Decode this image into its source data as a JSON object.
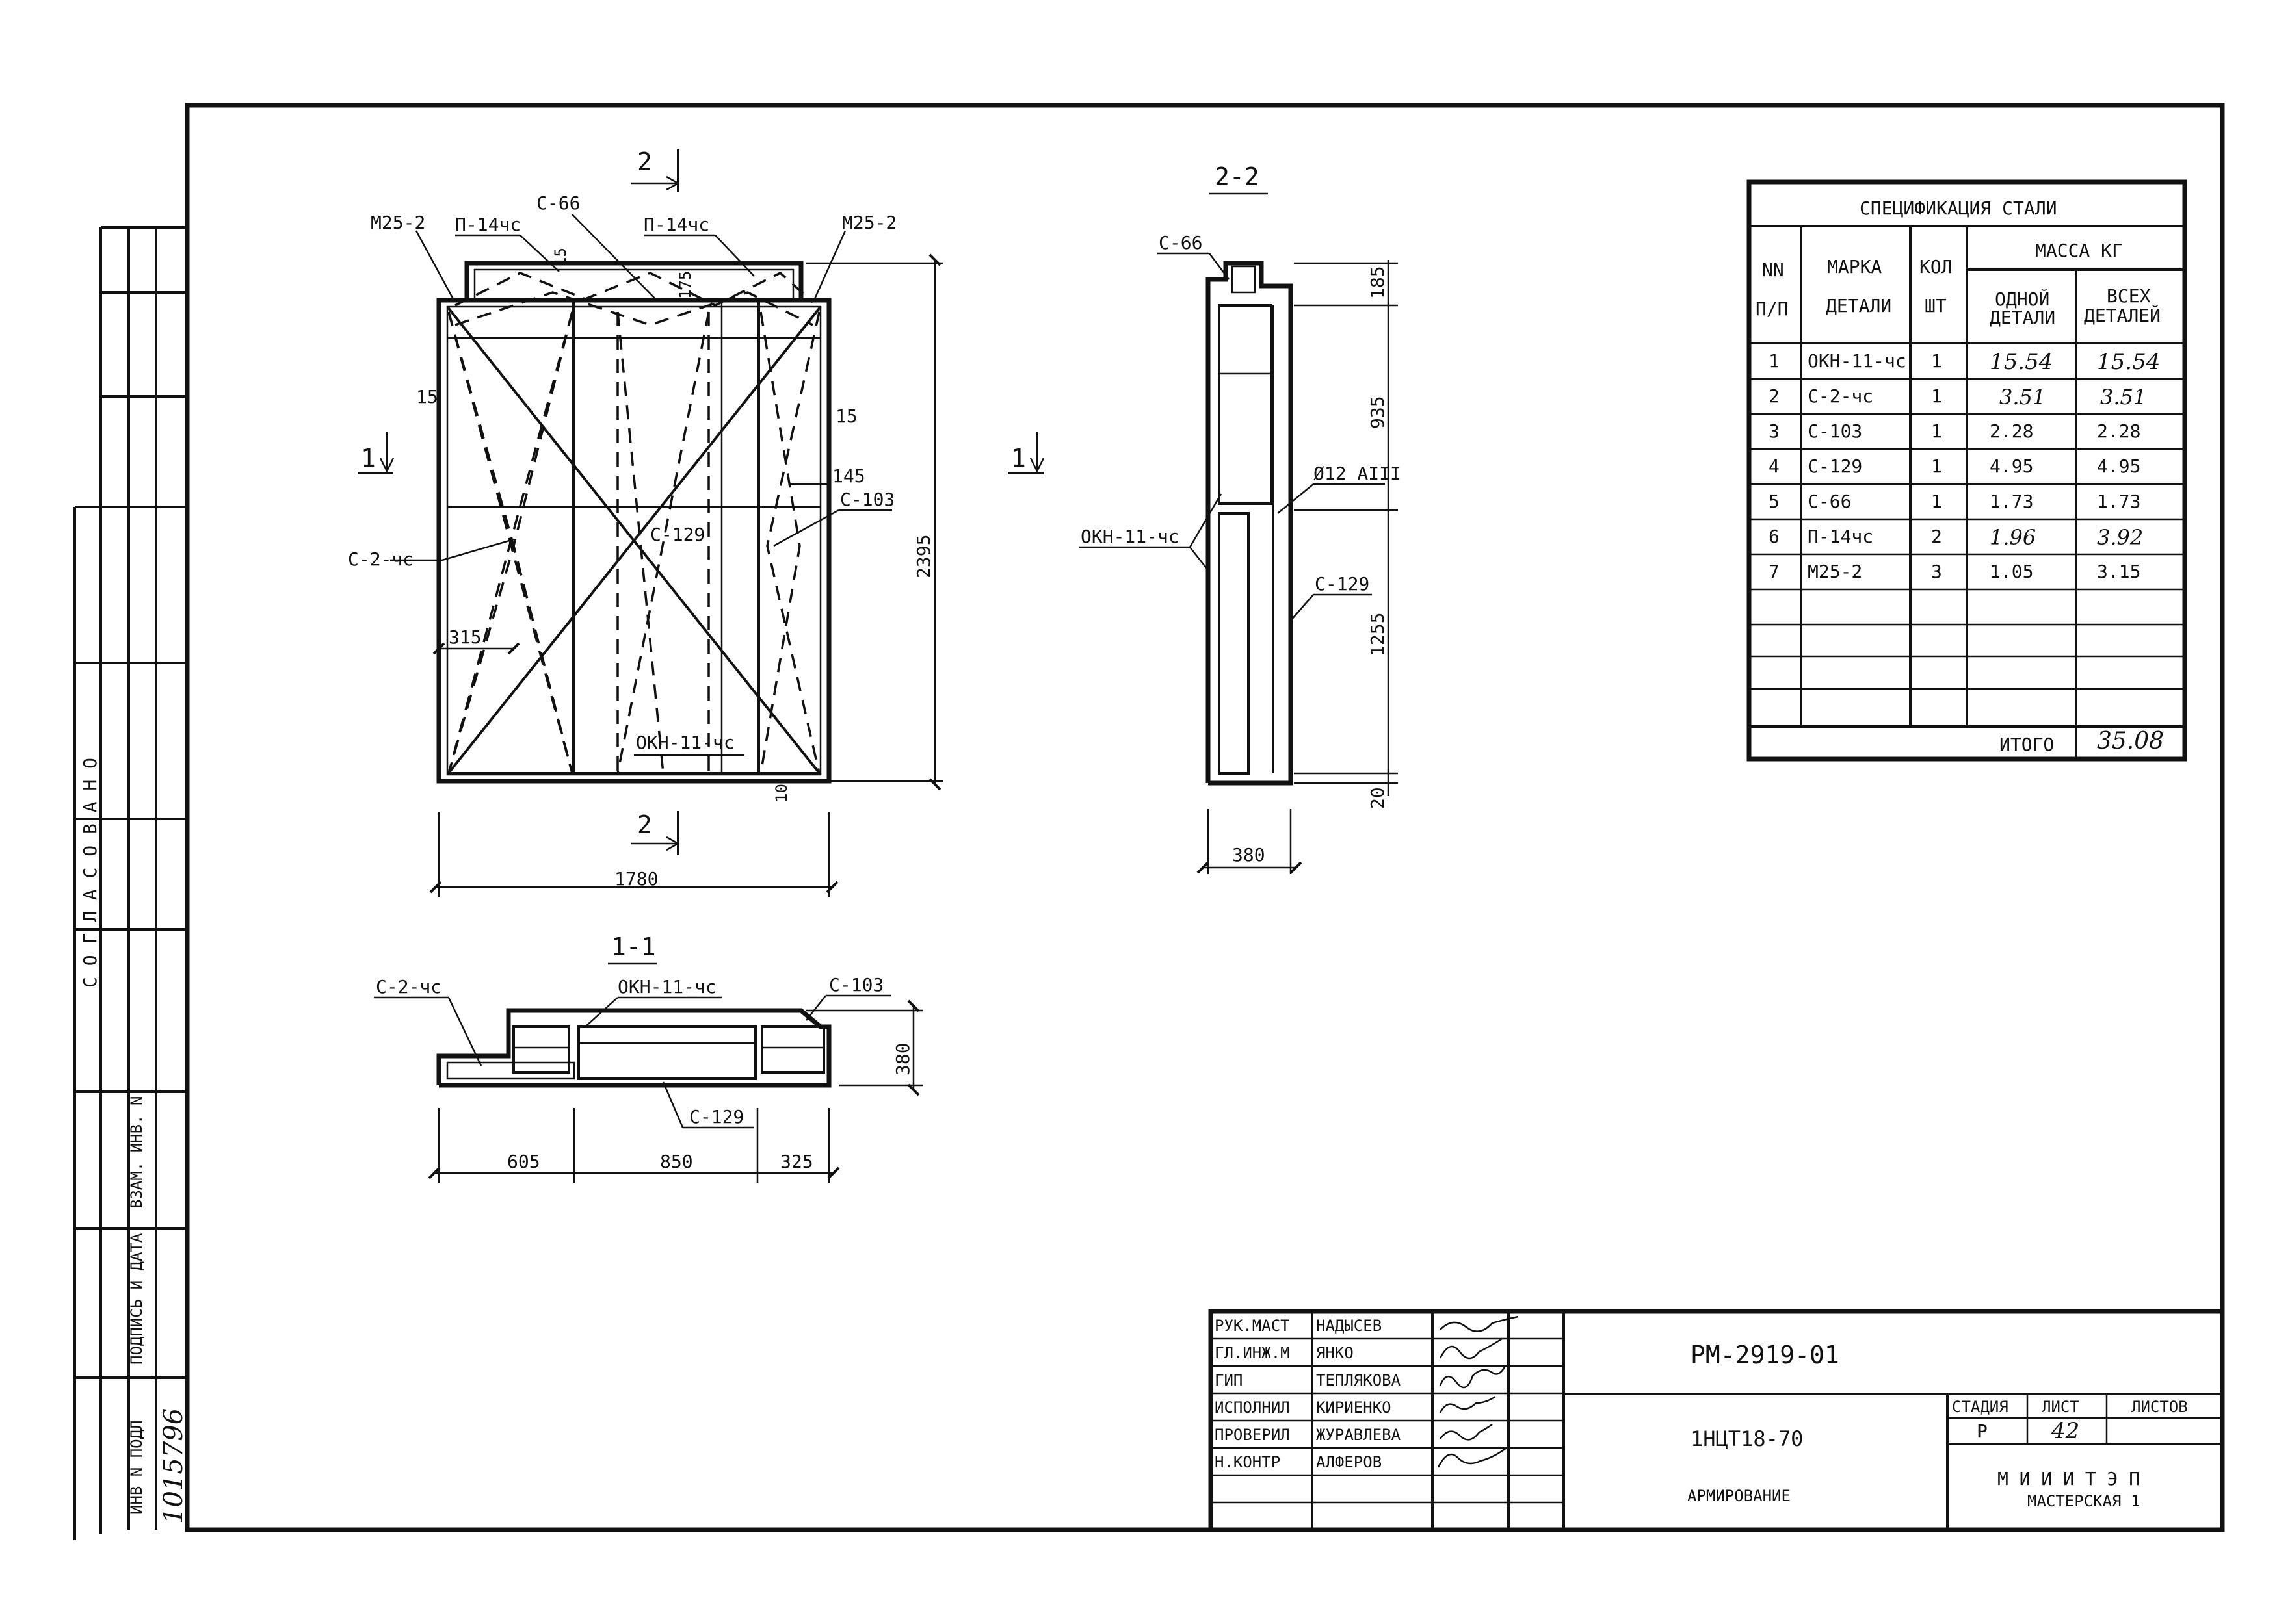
{
  "sheet": {
    "code": "РМ-2919-01",
    "title": "1НЦТ18-70",
    "subtitle": "АРМИРОВАНИЕ",
    "org": "М И И И Т Э П",
    "workshop": "МАСТЕРСКАЯ 1",
    "stage_label": "СТАДИЯ",
    "sheet_label": "ЛИСТ",
    "sheets_label": "ЛИСТОВ",
    "stage": "Р",
    "sheet_no": "42",
    "sheets_total": ""
  },
  "signatures": [
    {
      "role": "РУК.МАСТ",
      "name": "НАДЫСЕВ"
    },
    {
      "role": "ГЛ.ИНЖ.М",
      "name": "ЯНКО"
    },
    {
      "role": "ГИП",
      "name": "ТЕПЛЯКОВА"
    },
    {
      "role": "ИСПОЛНИЛ",
      "name": "КИРИЕНКО"
    },
    {
      "role": "ПРОВЕРИЛ",
      "name": "ЖУРАВЛЕВА"
    },
    {
      "role": "Н.КОНТР",
      "name": "АЛФЕРОВ"
    }
  ],
  "side_stamp": {
    "agreed": "С О Г Л А С О В А Н О",
    "inv_replace": "ВЗАМ. ИНВ. N",
    "sign_date": "ПОДПИСЬ И ДАТА",
    "inv_orig": "ИНВ N ПОДЛ",
    "inv_number": "1015796"
  },
  "spec": {
    "title": "СПЕЦИФИКАЦИЯ СТАЛИ",
    "col_no": [
      "NN",
      "П/П"
    ],
    "col_mark": [
      "МАРКА",
      "ДЕТАЛИ"
    ],
    "col_qty": [
      "КОЛ",
      "ШТ"
    ],
    "col_mass": "МАССА КГ",
    "col_one": [
      "ОДНОЙ",
      "ДЕТАЛИ"
    ],
    "col_all": [
      "ВСЕХ",
      "ДЕТАЛЕЙ"
    ],
    "rows": [
      {
        "n": "1",
        "mark": "ОКН-11-чс",
        "qty": "1",
        "one": "15.54",
        "all": "15.54"
      },
      {
        "n": "2",
        "mark": "С-2-чс",
        "qty": "1",
        "one": "3.51",
        "all": "3.51"
      },
      {
        "n": "3",
        "mark": "С-103",
        "qty": "1",
        "one": "2.28",
        "all": "2.28"
      },
      {
        "n": "4",
        "mark": "С-129",
        "qty": "1",
        "one": "4.95",
        "all": "4.95"
      },
      {
        "n": "5",
        "mark": "С-66",
        "qty": "1",
        "one": "1.73",
        "all": "1.73"
      },
      {
        "n": "6",
        "mark": "П-14чс",
        "qty": "2",
        "one": "1.96",
        "all": "3.92"
      },
      {
        "n": "7",
        "mark": "М25-2",
        "qty": "3",
        "one": "1.05",
        "all": "3.15"
      }
    ],
    "total_label": "ИТОГО",
    "total": "35.08"
  },
  "front_view": {
    "labels": {
      "m25_left": "М25-2",
      "p14_left": "П-14чс",
      "c66": "С-66",
      "p14_right": "П-14чс",
      "m25_right": "М25-2",
      "c2": "С-2-чс",
      "c129": "С-129",
      "c103": "С-103",
      "okn": "ОКН-11-чс"
    },
    "dims": {
      "width": "1780",
      "height": "2395",
      "d315": "315",
      "d15_left": "15",
      "d15_right": "15",
      "d15_top": "15",
      "d175": "175",
      "d145": "145",
      "d10": "10"
    },
    "section_marks": {
      "s1": "1",
      "s2": "2"
    }
  },
  "section_22": {
    "title": "2-2",
    "labels": {
      "c66": "С-66",
      "rebar": "Ø12 АIII",
      "okn": "ОКН-11-чс",
      "c129": "С-129"
    },
    "dims": {
      "d185": "185",
      "d935": "935",
      "d1255": "1255",
      "d20": "20",
      "d380": "380"
    }
  },
  "section_11": {
    "title": "1-1",
    "labels": {
      "c2": "С-2-чс",
      "okn": "ОКН-11-чс",
      "c103": "С-103",
      "c129": "С-129"
    },
    "dims": {
      "d605": "605",
      "d850": "850",
      "d325": "325",
      "d380": "380"
    }
  }
}
